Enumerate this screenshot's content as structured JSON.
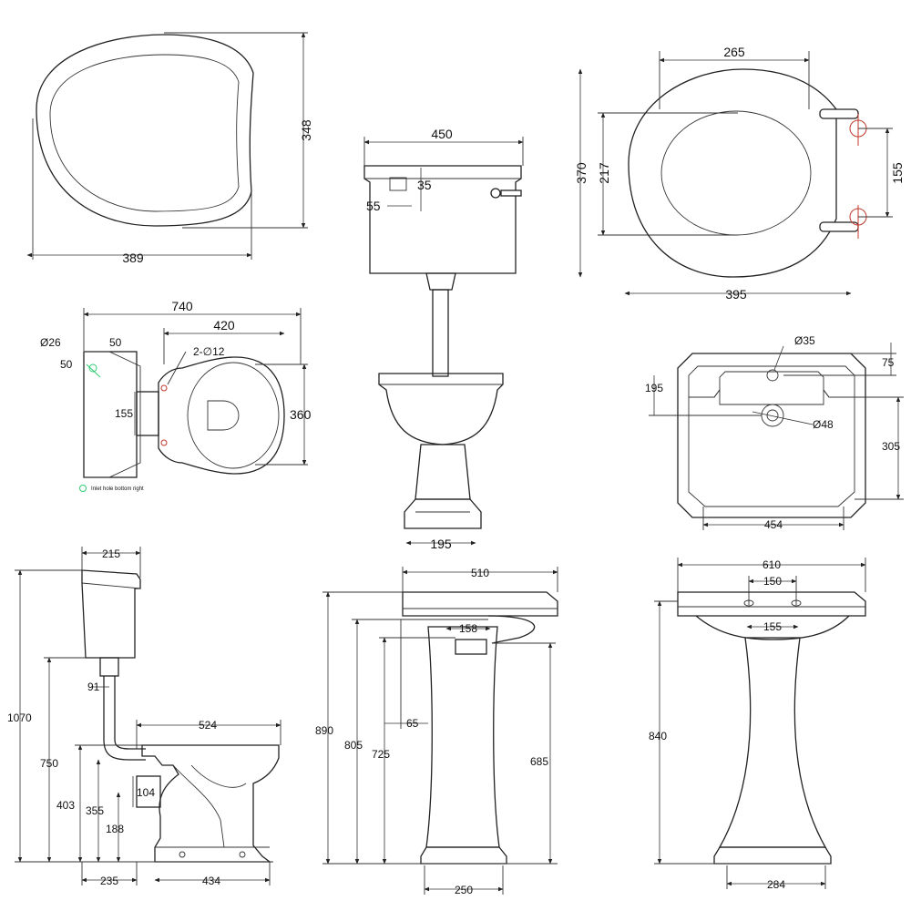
{
  "views": {
    "seat_top": {
      "width": "389",
      "depth": "348"
    },
    "cistern_front": {
      "width": "450",
      "button_offset": "35",
      "button_gap": "55"
    },
    "seat_hinge": {
      "width": "265",
      "depth": "370",
      "inner_depth": "217",
      "hinge_spacing": "155",
      "overall": "395"
    },
    "plan": {
      "overall_length": "740",
      "bowl_length": "420",
      "pan_width": "360",
      "hole_dia": "Ø26",
      "hole_x": "50",
      "hole_y": "50",
      "fixing_holes": "2-∅12",
      "outlet_width": "155",
      "note": "Inlet hole bottom right"
    },
    "pan_front": {
      "foot_width": "195"
    },
    "basin_plan": {
      "tap_hole": "Ø35",
      "rim_to_tap": "75",
      "front_to_tap": "195",
      "waste": "Ø48",
      "bowl_depth": "305",
      "bowl_width": "454"
    },
    "side_view": {
      "cistern_depth": "215",
      "total_height": "1070",
      "cistern_bottom": "750",
      "pipe_offset": "91",
      "pan_length": "524",
      "rim_height": "403",
      "outlet_height": "355",
      "outlet_dia": "104",
      "outlet_low": "188",
      "wall_to_outlet": "235",
      "pan_depth": "434"
    },
    "basin_side": {
      "width": "510",
      "height_rim": "890",
      "height_waste": "805",
      "height_trap": "725",
      "trap_offset": "65",
      "pedestal_top": "158",
      "pedestal_height": "685",
      "foot_width": "250"
    },
    "basin_front": {
      "width": "610",
      "tap_centres": "150",
      "pedestal_top": "155",
      "height": "840",
      "foot_width": "284"
    }
  },
  "colors": {
    "line": "#222222",
    "accent_red": "#c0392b",
    "accent_green": "#2ecc71"
  }
}
